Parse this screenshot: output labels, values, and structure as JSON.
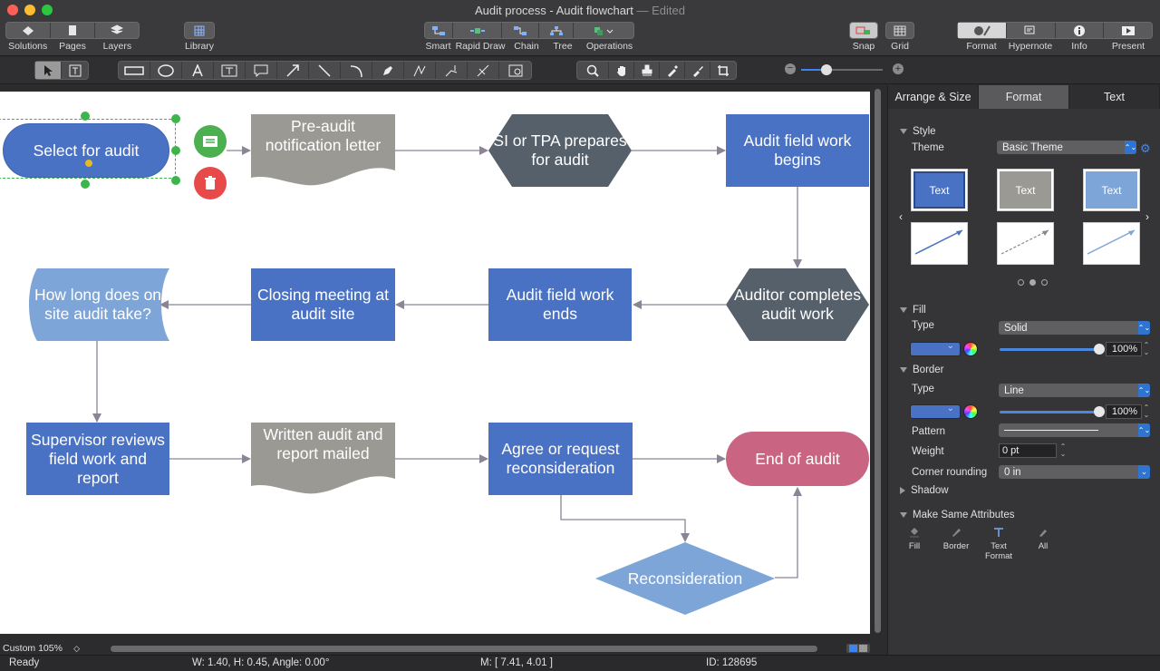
{
  "window": {
    "title": "Audit process - Audit flowchart",
    "edited": "— Edited"
  },
  "toolbar": {
    "left": [
      {
        "label": "Solutions",
        "icon": "solutions-icon"
      },
      {
        "label": "Pages",
        "icon": "pages-icon"
      },
      {
        "label": "Layers",
        "icon": "layers-icon"
      }
    ],
    "library": "Library",
    "center": [
      {
        "label": "Smart"
      },
      {
        "label": "Rapid Draw"
      },
      {
        "label": "Chain"
      },
      {
        "label": "Tree"
      },
      {
        "label": "Operations"
      }
    ],
    "snap": "Snap",
    "grid": "Grid",
    "right": [
      {
        "label": "Format"
      },
      {
        "label": "Hypernote"
      },
      {
        "label": "Info"
      },
      {
        "label": "Present"
      }
    ]
  },
  "flowchart": {
    "nodes": {
      "select": "Select for audit",
      "preaudit": "Pre-audit notification letter",
      "si_tpa": "SI or TPA prepares for audit",
      "fieldwork_begins": "Audit field work begins",
      "auditor_completes": "Auditor completes audit work",
      "fieldwork_ends": "Audit field work ends",
      "closing": "Closing meeting at audit site",
      "howlong": "How long does on site audit take?",
      "supervisor": "Supervisor reviews field work and report",
      "written": "Written audit and report mailed",
      "agree": "Agree or request reconsideration",
      "end": "End of audit",
      "reconsideration": "Reconsideration"
    },
    "colors": {
      "blue": "#4a72c4",
      "gray": "#9b9993",
      "slate": "#56606b",
      "lightblue": "#7ea5d8",
      "pink": "#c96583",
      "connector": "#8a8496",
      "selection": "#3cb54a"
    }
  },
  "panel": {
    "tabs": [
      "Arrange & Size",
      "Format",
      "Text"
    ],
    "active_tab": "Format",
    "style": {
      "heading": "Style",
      "theme_label": "Theme",
      "theme_value": "Basic Theme",
      "card_text": "Text"
    },
    "fill": {
      "heading": "Fill",
      "type_label": "Type",
      "type_value": "Solid",
      "opacity": "100%"
    },
    "border": {
      "heading": "Border",
      "type_label": "Type",
      "type_value": "Line",
      "opacity": "100%",
      "pattern_label": "Pattern",
      "weight_label": "Weight",
      "weight_value": "0 pt",
      "corner_label": "Corner rounding",
      "corner_value": "0 in"
    },
    "shadow": "Shadow",
    "same": {
      "heading": "Make Same Attributes",
      "items": [
        "Fill",
        "Border",
        "Text Format",
        "All"
      ]
    }
  },
  "zoom": {
    "label": "Custom 105%"
  },
  "status": {
    "ready": "Ready",
    "size": "W: 1.40,  H: 0.45,  Angle: 0.00°",
    "mouse": "M: [ 7.41, 4.01 ]",
    "id": "ID: 128695"
  }
}
